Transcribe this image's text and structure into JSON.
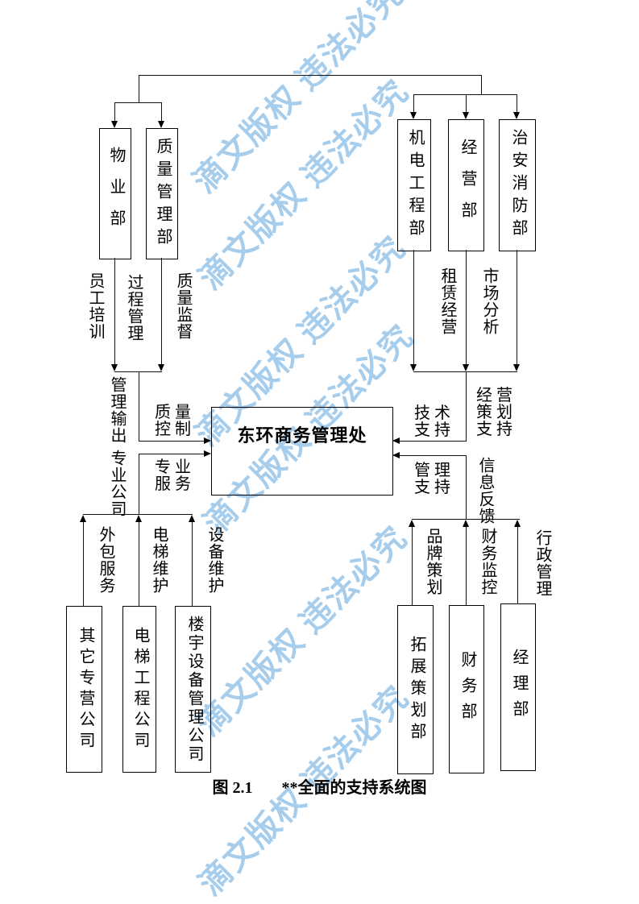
{
  "page": {
    "watermark_text": "滴文版权 违法必究",
    "watermark_color": "#a6cdec",
    "caption_number": "图 2.1",
    "caption_title": "**全面的支持系统图"
  },
  "center_box": {
    "title": "东环商务管理处"
  },
  "top_left_group": {
    "boxes": [
      "物业部",
      "质量管理部"
    ],
    "down_labels": [
      "员工培训",
      "过程管理",
      "质量监督"
    ]
  },
  "top_right_group": {
    "boxes": [
      "机电工程部",
      "经营部",
      "治安消防部"
    ],
    "down_labels": [
      "租赁经营",
      "市场分析"
    ]
  },
  "left_to_center": {
    "vertical_label_top": "管理输出",
    "vertical_label_bottom": "专业公司",
    "arrow_label_top": "质量\n控制",
    "arrow_label_bottom": "专业\n服务"
  },
  "right_to_center": {
    "arrow_label_top": "技术\n支持",
    "arrow_label_bottom": "管理\n支持",
    "vertical_label_top": "经营\n策划\n支持",
    "vertical_label_bottom": "信息反馈"
  },
  "bottom_left_group": {
    "up_labels": [
      "外包服务",
      "电梯维护",
      "设备维护"
    ],
    "boxes": [
      "其它专营公司",
      "电梯工程公司",
      "楼宇设备管理公司"
    ]
  },
  "bottom_right_group": {
    "up_labels": [
      "品牌策划",
      "财务监控",
      "行政管理"
    ],
    "boxes": [
      "拓展策划部",
      "财务部",
      "经理部"
    ]
  }
}
